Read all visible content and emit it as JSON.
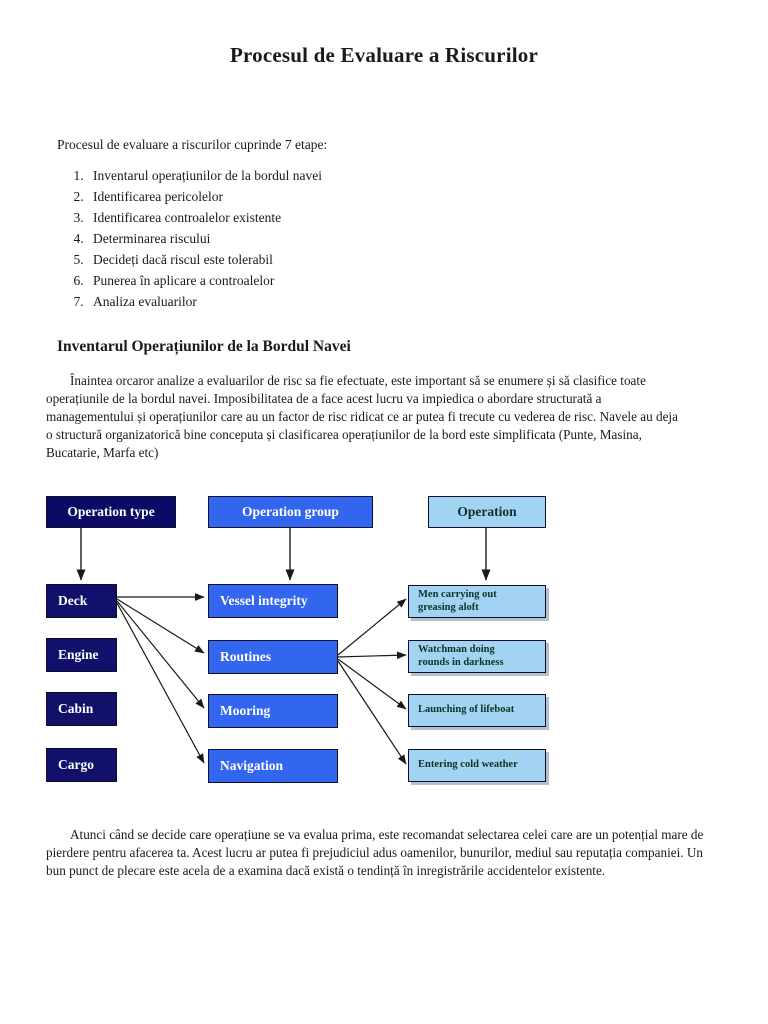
{
  "document": {
    "title": "Procesul de Evaluare a Riscurilor",
    "intro": "Procesul de evaluare a riscurilor cuprinde 7 etape:",
    "steps": [
      "Inventarul operațiunilor de la bordul navei",
      "Identificarea pericolelor",
      "Identificarea controalelor existente",
      "Determinarea riscului",
      "Decideți dacă riscul este tolerabil",
      "Punerea în aplicare a controalelor",
      "Analiza evaluarilor"
    ],
    "section_heading": "Inventarul Operațiunilor de la Bordul Navei",
    "paragraph_1": "Înaintea orcaror analize a evaluarilor de risc sa fie efectuate, este important să se enumere și să clasifice toate operațiunile de la bordul navei. Imposibilitatea de a face acest lucru va impiedica o abordare structurată a managementului și operațiunilor care au un factor de risc ridicat ce ar putea fi trecute cu vederea de risc. Navele au deja o structură organizatorică bine conceputa și clasificarea operațiunilor de la bord este simplificata (Punte, Masina, Bucatarie, Marfa etc)",
    "paragraph_2": "Atunci când se decide care operațiune se va evalua prima, este recomandat selectarea celei care are un potențial mare de pierdere pentru afacerea ta. Acest lucru ar putea fi prejudiciul adus oamenilor, bunurilor, mediul sau reputația companiei. Un bun punct de plecare este acela de a examina dacă există o tendință în inregistrările accidentelor existente."
  },
  "diagram": {
    "colors": {
      "navy": "#11116b",
      "header_navy": "#0b0b66",
      "blue": "#3366ee",
      "light_blue": "#a3d3f2",
      "border": "#0d0d2e",
      "text_light": "#ffffff",
      "text_dark": "#0d3326",
      "connector": "#1a1a1a"
    },
    "headers": [
      {
        "label": "Operation type",
        "style": "navy"
      },
      {
        "label": "Operation group",
        "style": "blue"
      },
      {
        "label": "Operation",
        "style": "light"
      }
    ],
    "operation_types": [
      {
        "label": "Deck"
      },
      {
        "label": "Engine"
      },
      {
        "label": "Cabin"
      },
      {
        "label": "Cargo"
      }
    ],
    "operation_groups": [
      {
        "label": "Vessel integrity"
      },
      {
        "label": "Routines"
      },
      {
        "label": "Mooring"
      },
      {
        "label": "Navigation"
      }
    ],
    "operations": [
      {
        "line1": "Men carrying out",
        "line2": "greasing aloft"
      },
      {
        "line1": "Watchman doing",
        "line2": "rounds in darkness"
      },
      {
        "line1": "Launching of lifeboat",
        "line2": ""
      },
      {
        "line1": "Entering cold weather",
        "line2": ""
      }
    ]
  }
}
